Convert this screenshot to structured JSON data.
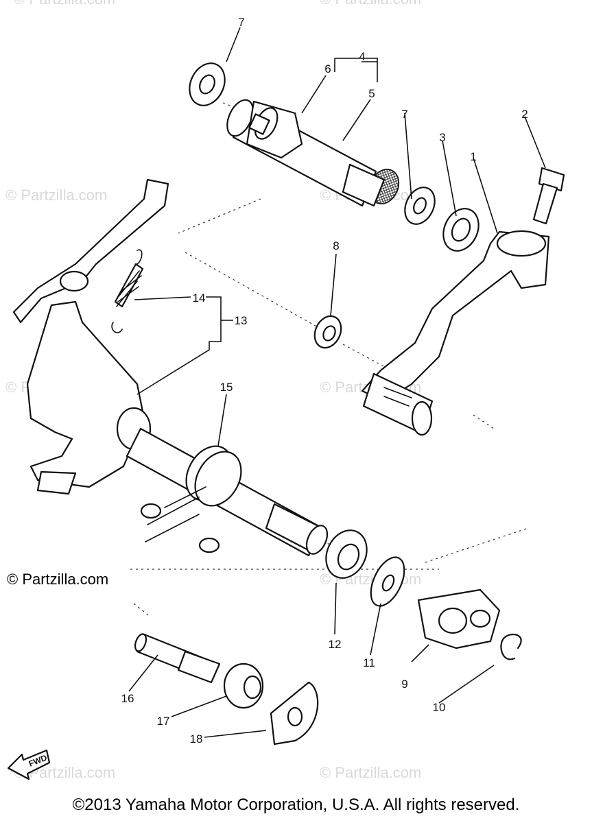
{
  "watermark": "© Partzilla.com",
  "site_credit": "© Partzilla.com",
  "copyright": "©2013 Yamaha Motor Corporation, U.S.A. All rights reserved.",
  "fwd_label": "FWD",
  "callouts": {
    "c1": "1",
    "c2": "2",
    "c3": "3",
    "c4": "4",
    "c5": "5",
    "c6": "6",
    "c7a": "7",
    "c7b": "7",
    "c8": "8",
    "c9": "9",
    "c10": "10",
    "c11": "11",
    "c12": "12",
    "c13": "13",
    "c14": "14",
    "c15": "15",
    "c16": "16",
    "c17": "17",
    "c18": "18"
  }
}
